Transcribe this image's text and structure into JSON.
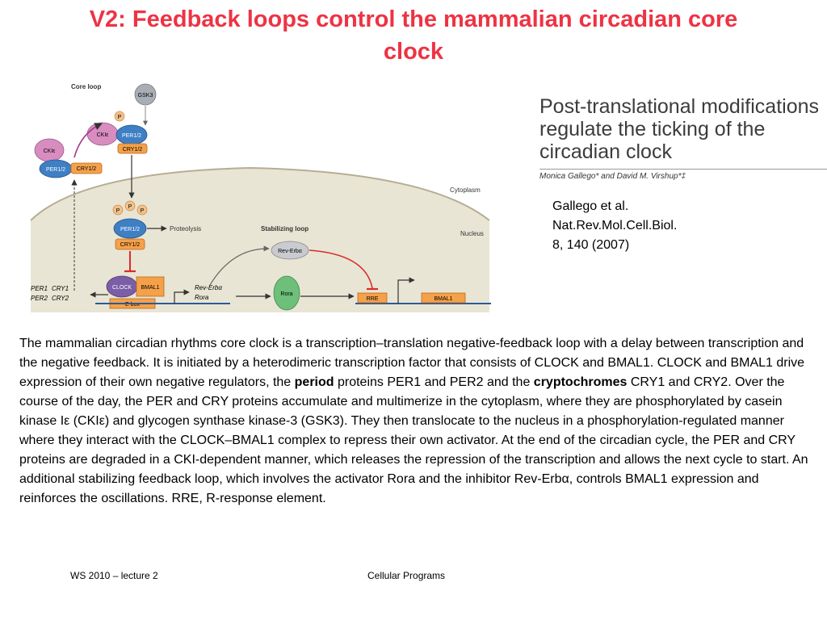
{
  "slide": {
    "title_line1": "V2: Feedback loops control the mammalian circadian core",
    "title_line2": "clock"
  },
  "paper": {
    "title_line1": "Post-translational modifications",
    "title_line2": "regulate the ticking of the",
    "title_line3": "circadian clock",
    "authors": "Monica Gallego* and David M. Virshup*‡"
  },
  "citation": {
    "line1": "Gallego et al.",
    "line2": "Nat.Rev.Mol.Cell.Biol.",
    "line3": "8, 140 (2007)"
  },
  "diagram": {
    "core_loop": "Core loop",
    "gsk3": "GSK3",
    "ckie": "CKIε",
    "per12": "PER1/2",
    "cry12": "CRY1/2",
    "p": "P",
    "cytoplasm": "Cytoplasm",
    "nucleus": "Nucleus",
    "proteolysis": "Proteolysis",
    "stabilizing_loop": "Stabilizing loop",
    "rev_erba_protein": "Rev-Erbα",
    "rora_protein": "Rora",
    "clock": "CLOCK",
    "bmal1": "BMAL1",
    "ebox": "E box",
    "per1": "PER1",
    "cry1": "CRY1",
    "per2": "PER2",
    "cry2": "CRY2",
    "rev_erba_gene": "Rev-Erbα",
    "rora_gene": "Rora",
    "rre": "RRE",
    "bmal1_gene": "BMAL1"
  },
  "body": {
    "p1": "The mammalian circadian rhythms core clock is a transcription–translation negative-feedback loop with a delay between transcription and the negative feedback. It is initiated by a heterodimeric transcription factor that consists of CLOCK and BMAL1. CLOCK and BMAL1 drive expression of their own negative regulators, the ",
    "b1": "period",
    "p2": " proteins PER1 and PER2 and the ",
    "b2": "cryptochromes",
    "p3": " CRY1 and CRY2. Over the course of the day, the PER and CRY proteins accumulate and multimerize in the cytoplasm, where they are phosphorylated by casein kinase Iε (CKIε) and glycogen synthase kinase-3 (GSK3). They then translocate to the nucleus in a phosphorylation-regulated manner where they interact with the CLOCK–BMAL1 complex to repress their own activator. At the end of the circadian cycle, the PER and CRY proteins are degraded in a CKI-dependent manner, which releases the repression of the transcription and allows the next cycle to start. An additional stabilizing feedback loop, which involves the activator Rora and the inhibitor Rev-Erbα, controls BMAL1 expression and reinforces the oscillations. RRE, R-response element."
  },
  "footer": {
    "left": "WS 2010 – lecture 2",
    "center": "Cellular Programs"
  },
  "colors": {
    "title": "#ee3344",
    "per_blue": "#3f7fc4",
    "cry_orange": "#f5a14a",
    "ckie_pink": "#d98cc0",
    "clock_purple": "#7b5ea6",
    "rora_green": "#6dbf7a",
    "phospho": "#f3c08a"
  }
}
